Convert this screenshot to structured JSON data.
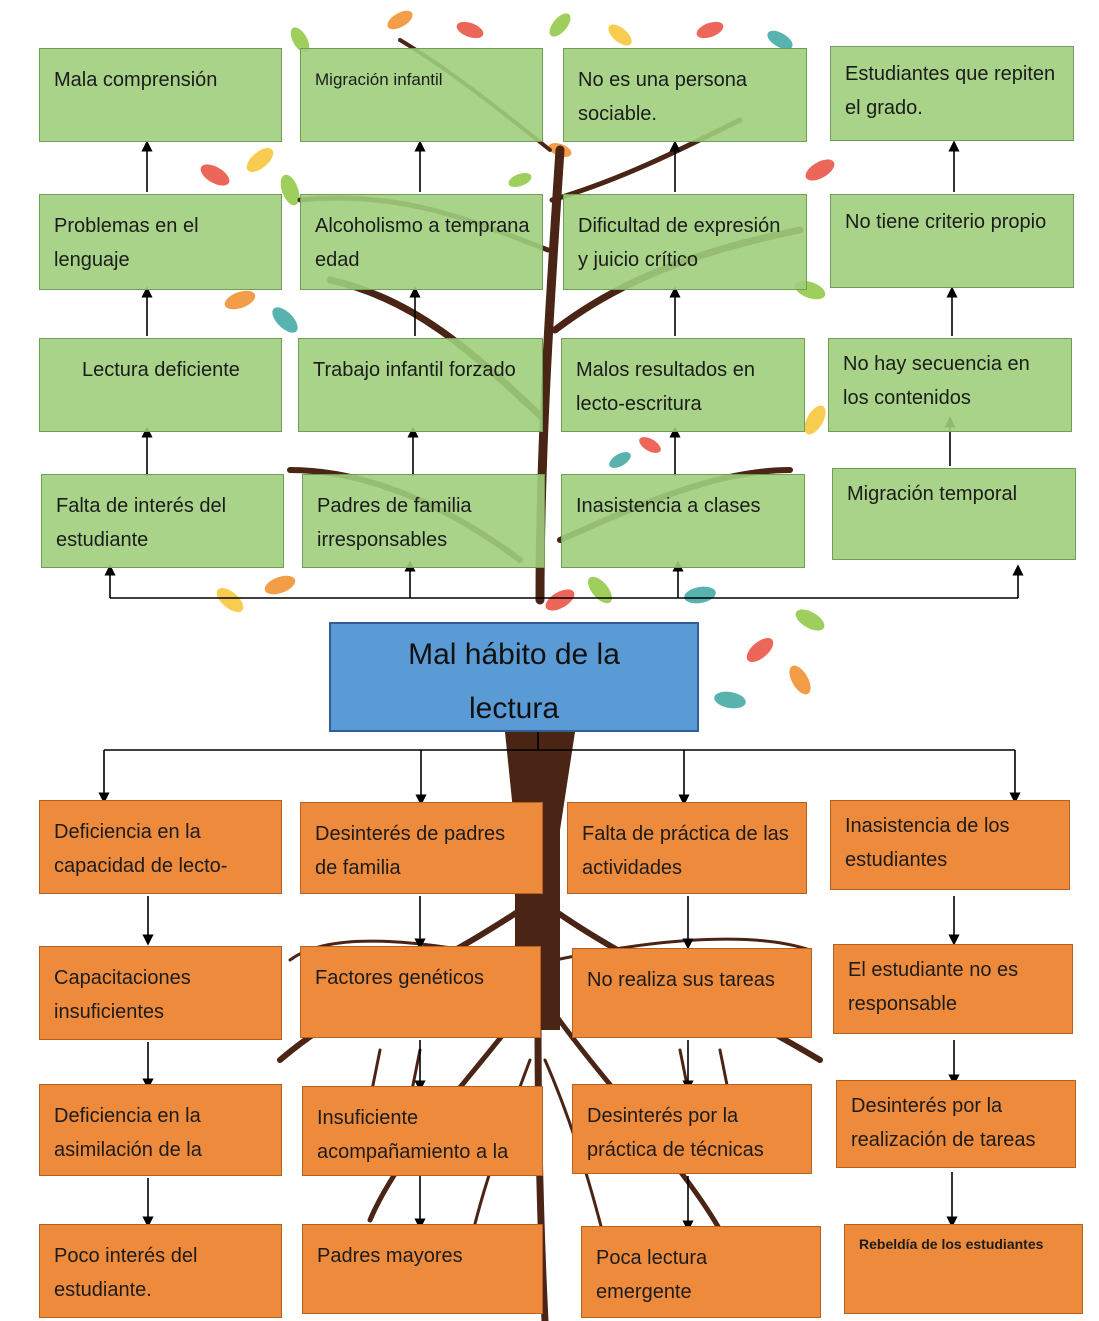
{
  "central_problem": {
    "line1": "Mal hábito de la",
    "line2": "lectura"
  },
  "effects": {
    "col1": [
      "Mala comprensión",
      "Problemas en el lenguaje",
      "Lectura deficiente",
      "Falta de interés del estudiante"
    ],
    "col2": [
      "Migración infantil",
      "Alcoholismo a temprana edad",
      "Trabajo infantil forzado",
      "Padres de familia irresponsables"
    ],
    "col3": [
      "No es una persona sociable.",
      "Dificultad de expresión y juicio crítico",
      "Malos resultados en lecto-escritura",
      "Inasistencia a clases"
    ],
    "col4": [
      "Estudiantes que repiten el grado.",
      "No tiene criterio propio",
      "No hay secuencia en los contenidos",
      "Migración temporal"
    ]
  },
  "causes": {
    "col1": [
      "Deficiencia en la capacidad de lecto-",
      "Capacitaciones insuficientes",
      "Deficiencia en la asimilación de la",
      "Poco interés del estudiante."
    ],
    "col2": [
      "Desinterés de padres de familia",
      "Factores genéticos",
      "Insuficiente acompañamiento a la",
      "Padres mayores"
    ],
    "col3": [
      "Falta de práctica de las actividades",
      "No realiza sus tareas",
      "Desinterés por la práctica de técnicas",
      "Poca lectura emergente"
    ],
    "col4": [
      "Inasistencia de los estudiantes",
      "El estudiante no es responsable",
      "Desinterés por la realización de tareas",
      "Rebeldía de los estudiantes"
    ]
  },
  "colors": {
    "effect_box": "#9ece7c",
    "cause_box": "#ee8a3c",
    "center_box": "#5b9bd5",
    "trunk": "#4a2414"
  }
}
